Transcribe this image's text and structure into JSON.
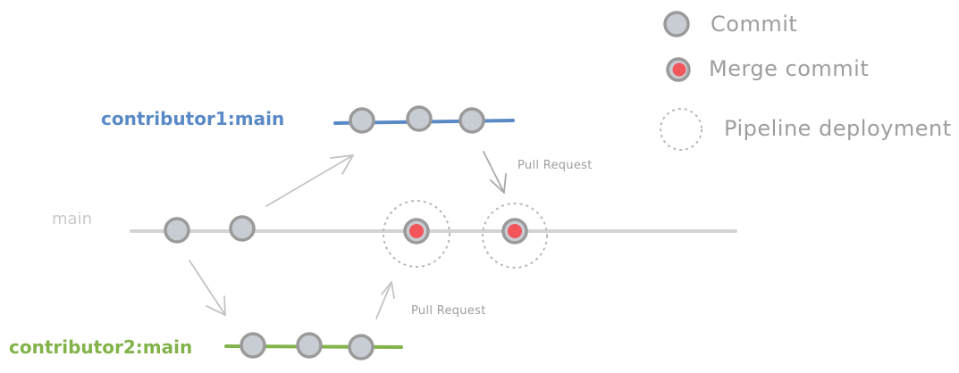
{
  "legend": {
    "commit_label": "Commit",
    "merge_label": "Merge commit",
    "pipeline_label": "Pipeline deployment"
  },
  "branches": {
    "main": "main",
    "contributor1": "contributor1:main",
    "contributor2": "contributor2:main"
  },
  "pull_requests": {
    "pr1": "Pull Request",
    "pr2": "Pull Request"
  },
  "colors": {
    "main_line": "#d4d4d4",
    "contributor1": "#5a8ac6",
    "contributor2": "#82b34a",
    "commit_fill": "#c8ccd3",
    "merge_fill": "#f2555a"
  }
}
